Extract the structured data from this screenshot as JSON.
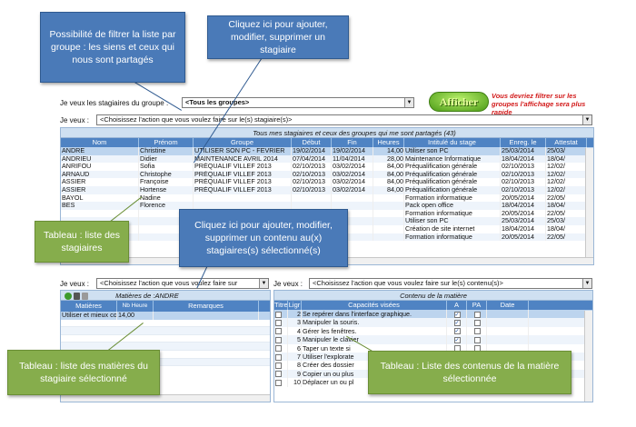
{
  "callouts": {
    "filter": "Possibilité de filtrer la liste par groupe : les siens et ceux qui nous sont partagés",
    "add_trainee": "Cliquez ici pour ajouter, modifier, supprimer un stagiaire",
    "add_content": "Cliquez ici pour ajouter, modifier, supprimer un contenu au(x) stagiaires(s) sélectionné(s)",
    "table_trainees": "Tableau : liste des stagiaires",
    "table_subjects": "Tableau : liste des matières du stagiaire sélectionné",
    "table_contents": "Tableau : Liste des contenus de la matière sélectionnée"
  },
  "toolbar": {
    "group_label": "Je veux les stagiaires du groupe :",
    "group_value": "<Tous les groupes>",
    "afficher": "Afficher",
    "warning": "Vous devriez filtrer sur les groupes l'affichage sera plus rapide"
  },
  "trainees": {
    "action_label": "Je veux :",
    "action_value": "<Choisissez l'action que vous voulez faire sur le(s) stagiaire(s)>",
    "title": "Tous mes stagiaires et ceux des groupes qui me sont partagés (43)",
    "columns": [
      "Nom",
      "Prénom",
      "Groupe",
      "Début",
      "Fin",
      "Heures",
      "Intitulé du stage",
      "Enreg. le",
      "Attestat"
    ],
    "rows": [
      [
        "ANDRE",
        "Christine",
        "UTILISER SON PC - FEVRIER",
        "19/02/2014",
        "19/02/2014",
        "14,00",
        "Utiliser son PC",
        "25/03/2014",
        "25/03/"
      ],
      [
        "ANDRIEU",
        "Didier",
        "MAINTENANCE AVRIL 2014",
        "07/04/2014",
        "11/04/2014",
        "28,00",
        "Maintenance Informatique",
        "18/04/2014",
        "18/04/"
      ],
      [
        "ANRIFOU",
        "Sofia",
        "PRÉQUALIF VILLEF 2013",
        "02/10/2013",
        "03/02/2014",
        "84,00",
        "Préqualification générale",
        "02/10/2013",
        "12/02/"
      ],
      [
        "ARNAUD",
        "Christophe",
        "PRÉQUALIF VILLEF 2013",
        "02/10/2013",
        "03/02/2014",
        "84,00",
        "Préqualification générale",
        "02/10/2013",
        "12/02/"
      ],
      [
        "ASSIER",
        "Françoise",
        "PRÉQUALIF VILLEF 2013",
        "02/10/2013",
        "03/02/2014",
        "84,00",
        "Préqualification générale",
        "02/10/2013",
        "12/02/"
      ],
      [
        "ASSIER",
        "Hortense",
        "PRÉQUALIF VILLEF 2013",
        "02/10/2013",
        "03/02/2014",
        "84,00",
        "Préqualification générale",
        "02/10/2013",
        "12/02/"
      ],
      [
        "BAYOL",
        "Nadine",
        "",
        "",
        "",
        "",
        "Formation informatique",
        "20/05/2014",
        "22/05/"
      ],
      [
        "BES",
        "Florence",
        "",
        "",
        "",
        "",
        "Pack open office",
        "18/04/2014",
        "18/04/"
      ],
      [
        "",
        "",
        "",
        "",
        "",
        "",
        "Formation informatique",
        "20/05/2014",
        "22/05/"
      ],
      [
        "",
        "",
        "",
        "",
        "",
        "",
        "Utiliser son PC",
        "25/03/2014",
        "25/03/"
      ],
      [
        "",
        "",
        "",
        "",
        "",
        "",
        "Création de site internet",
        "18/04/2014",
        "18/04/"
      ],
      [
        "",
        "",
        "",
        "",
        "",
        "",
        "Formation informatique",
        "20/05/2014",
        "22/05/"
      ]
    ]
  },
  "subjects": {
    "action_label": "Je veux :",
    "action_value": "<Choisissez l'action que vous voulez faire sur",
    "title": "Matières de :ANDRE",
    "columns": [
      "Matières",
      "Nb Heure",
      "Remarques"
    ],
    "rows": [
      [
        "Utiliser et mieux connaî",
        "14,00",
        ""
      ]
    ]
  },
  "contents": {
    "action_label": "Je veux :",
    "action_value": "<Choisissez l'action que vous voulez faire sur le(s) contenu(s)>",
    "title": "Contenu de la matière",
    "columns": [
      "Titre",
      "Ligr",
      "Capacités visées",
      "A",
      "PA",
      "Date"
    ],
    "rows": [
      [
        "2",
        "Se repérer dans l'interface graphique."
      ],
      [
        "3",
        "Manipuler la souris."
      ],
      [
        "4",
        "Gérer les fenêtres."
      ],
      [
        "5",
        "Manipuler le clavier"
      ],
      [
        "6",
        "Taper un texte si"
      ],
      [
        "7",
        "Utiliser l'explorate"
      ],
      [
        "8",
        "Créer des dossier"
      ],
      [
        "9",
        "Copier un ou plus"
      ],
      [
        "10",
        "Déplacer un ou pl"
      ]
    ]
  }
}
